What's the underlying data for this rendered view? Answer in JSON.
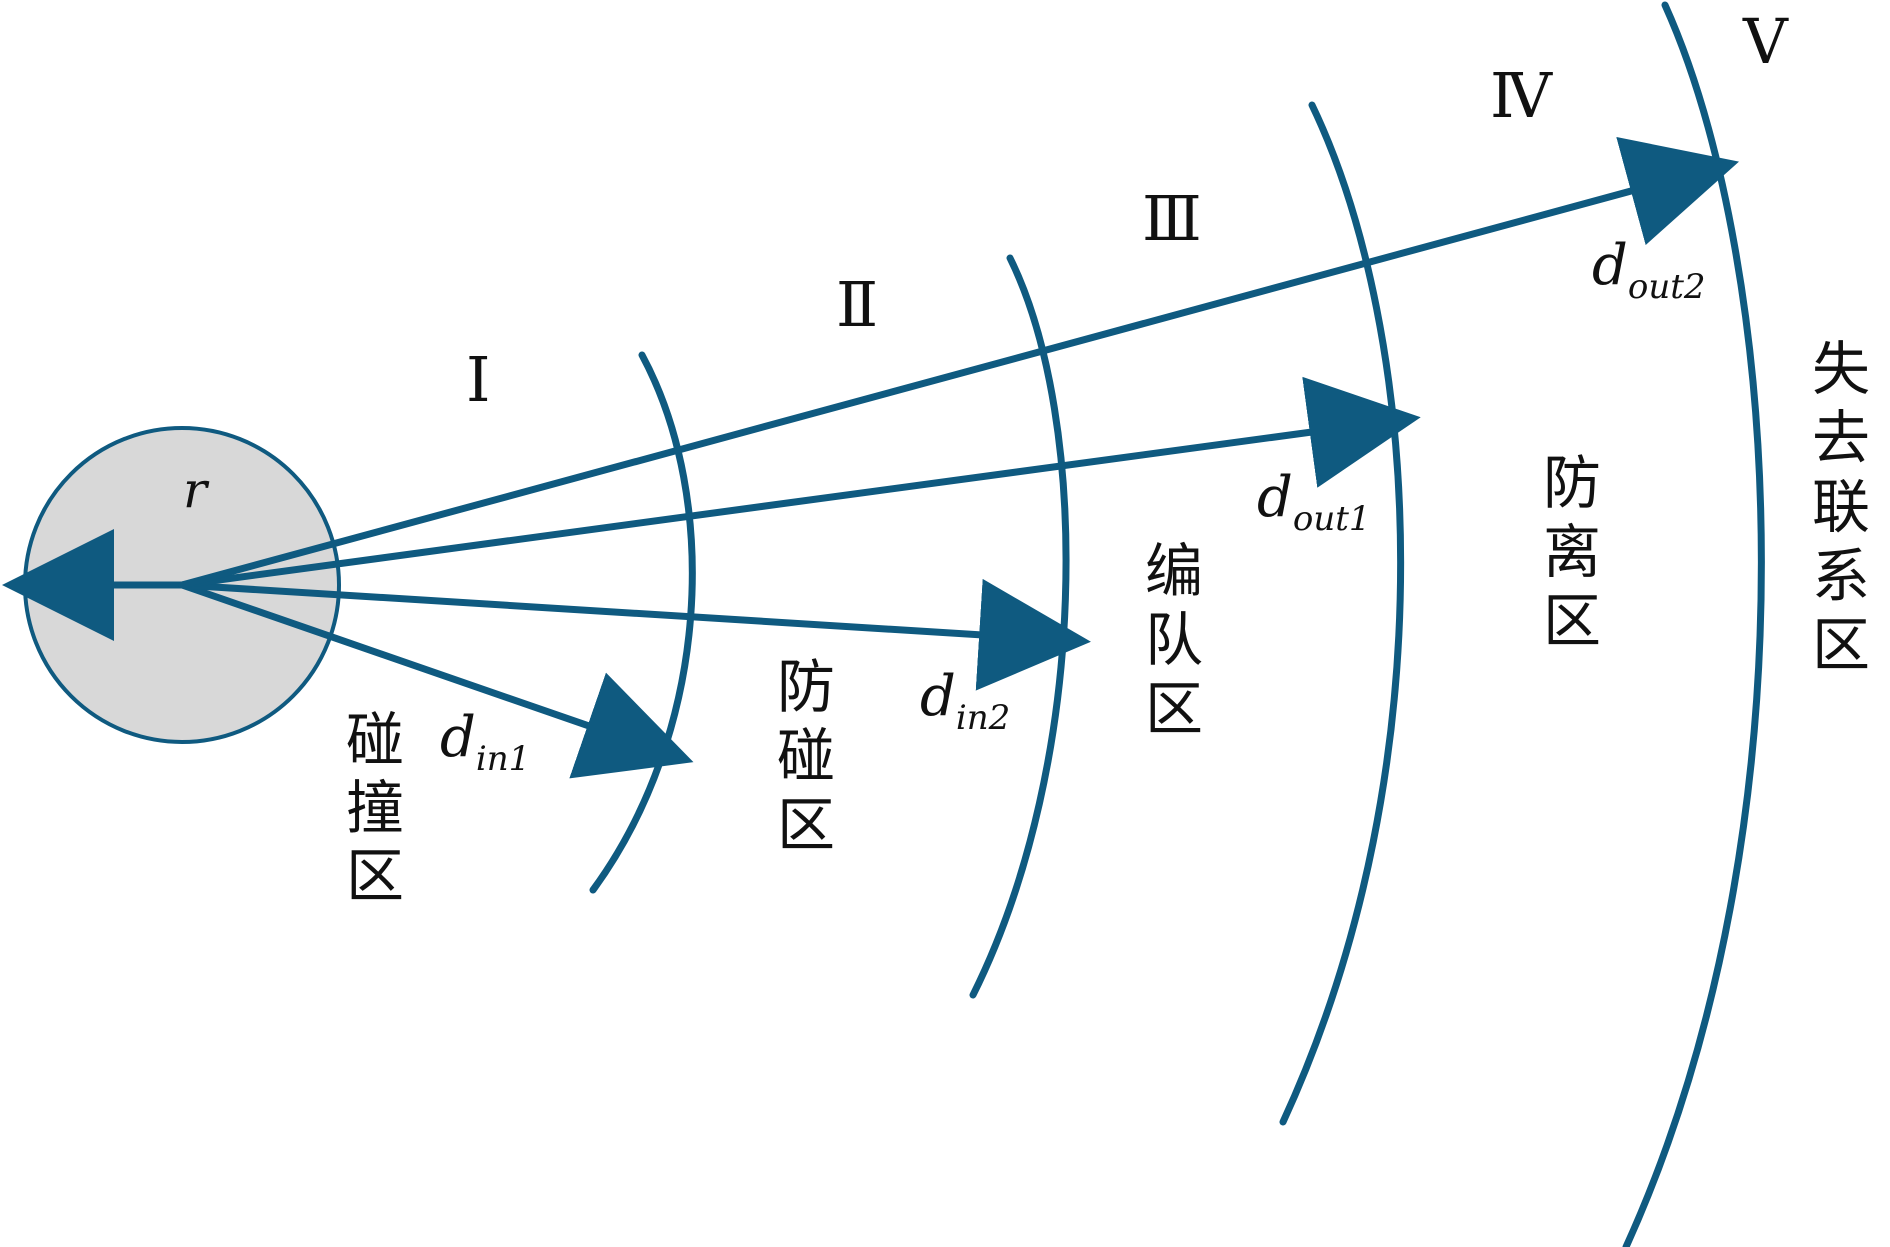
{
  "colors": {
    "stroke": "#0f5a80",
    "circle_fill": "#d8d8d8",
    "circle_stroke": "#0f5a80",
    "text": "#111111"
  },
  "labels": {
    "radius": "r",
    "roman_1": "Ⅰ",
    "roman_2": "Ⅱ",
    "roman_3": "Ⅲ",
    "roman_4": "Ⅳ",
    "roman_5": "Ⅴ",
    "d_in1_base": "d",
    "d_in1_sub": "in1",
    "d_in2_base": "d",
    "d_in2_sub": "in2",
    "d_out1_base": "d",
    "d_out1_sub": "out1",
    "d_out2_base": "d",
    "d_out2_sub": "out2"
  },
  "zones": {
    "collision": [
      "碰",
      "撞",
      "区"
    ],
    "anti_collision": [
      "防",
      "碰",
      "区"
    ],
    "formation": [
      "编",
      "队",
      "区"
    ],
    "anti_separation": [
      "防",
      "离",
      "区"
    ],
    "lost_connection": [
      "失",
      "去",
      "联",
      "系",
      "区"
    ]
  }
}
